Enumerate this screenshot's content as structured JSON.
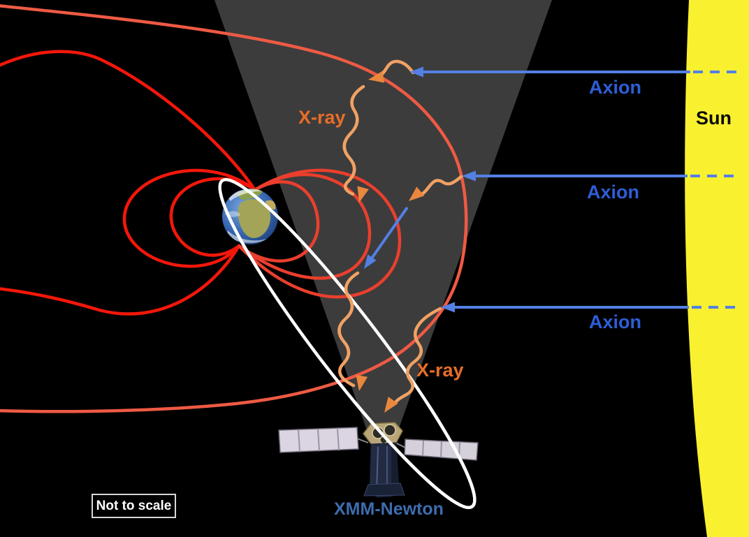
{
  "scene": {
    "sun": {
      "label": "Sun"
    },
    "axion_labels": [
      {
        "label": "Axion"
      },
      {
        "label": "Axion"
      },
      {
        "label": "Axion"
      }
    ],
    "xray_labels": [
      {
        "label": "X-ray"
      },
      {
        "label": "X-ray"
      }
    ],
    "satellite_label": "XMM-Newton",
    "scale_note": "Not to scale",
    "colors": {
      "background": "#000000",
      "sun_yellow": "#f9f12f",
      "axion_arrow_blue": "#5480e4",
      "axion_text_blue": "#2e5ed6",
      "xray_wave_orange": "#f0a164",
      "xray_arrowhead_orange": "#e9873e",
      "xray_text_orange": "#e86d28",
      "field_line_red": "#f3170a",
      "field_line_sunlit_red": "#ee5a44",
      "orbit_white": "#ffffff",
      "fov_cone_gray": "#3c3c3c",
      "satellite_label_blue": "#3e6cae"
    }
  }
}
